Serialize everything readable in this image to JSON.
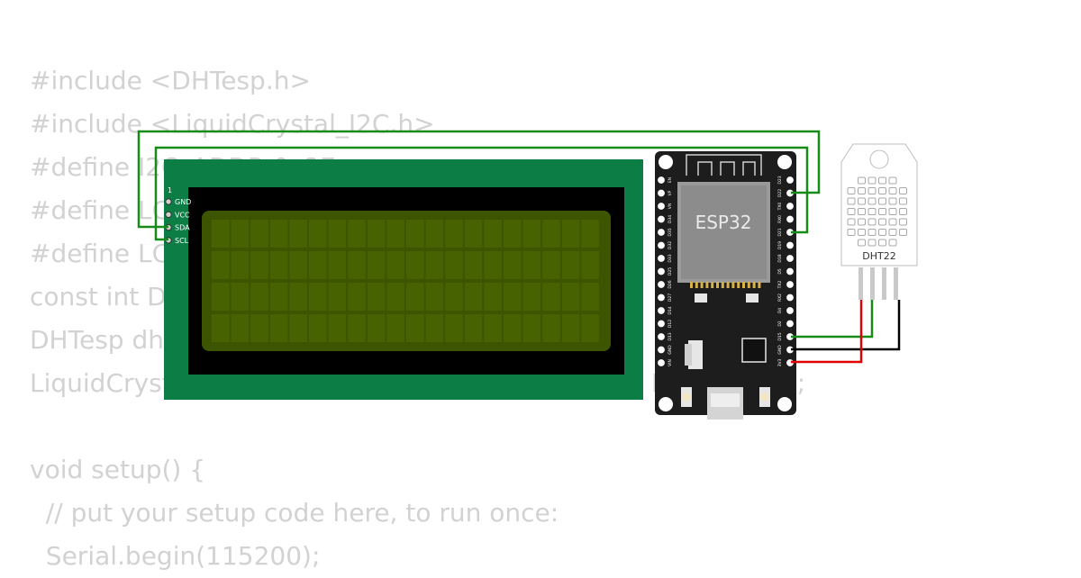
{
  "code_lines": [
    "#include <DHTesp.h>",
    "#include <LiquidCrystal_I2C.h>",
    "#define I2C_ADDR 0x27",
    "#define LCD_COLUMNS 20",
    "#define LCD_LINES 4",
    "const int DHT_PIN = 15;",
    "DHTesp dhtSensor;",
    "LiquidCrystal_I2C lcd(I2C_ADDR, LCD_COLUMNS, LCD_LINES);",
    "",
    "void setup() {",
    "  // put your setup code here, to run once:",
    "  Serial.begin(115200);"
  ],
  "lcd": {
    "pin1_marker": "1",
    "pins": [
      "GND",
      "VCC",
      "SDA",
      "SCL"
    ],
    "board_color": "#0b7d45",
    "screen_color": "#3d5500",
    "bezel_color": "#000000"
  },
  "esp32": {
    "label": "ESP32",
    "left_pins": [
      "EN",
      "VP",
      "VN",
      "D34",
      "D35",
      "D32",
      "D33",
      "D25",
      "D26",
      "D27",
      "D14",
      "D12",
      "D13",
      "GND",
      "VIN"
    ],
    "right_pins": [
      "D23",
      "D22",
      "TX0",
      "RX0",
      "D21",
      "D19",
      "D18",
      "D5",
      "TX2",
      "RX2",
      "D4",
      "D2",
      "D15",
      "GND",
      "3V3"
    ]
  },
  "dht22": {
    "label": "DHT22"
  },
  "wires": {
    "sda_color": "#178a17",
    "data_color": "#178a17",
    "gnd_color": "#000000",
    "vcc_color": "#e00000"
  }
}
